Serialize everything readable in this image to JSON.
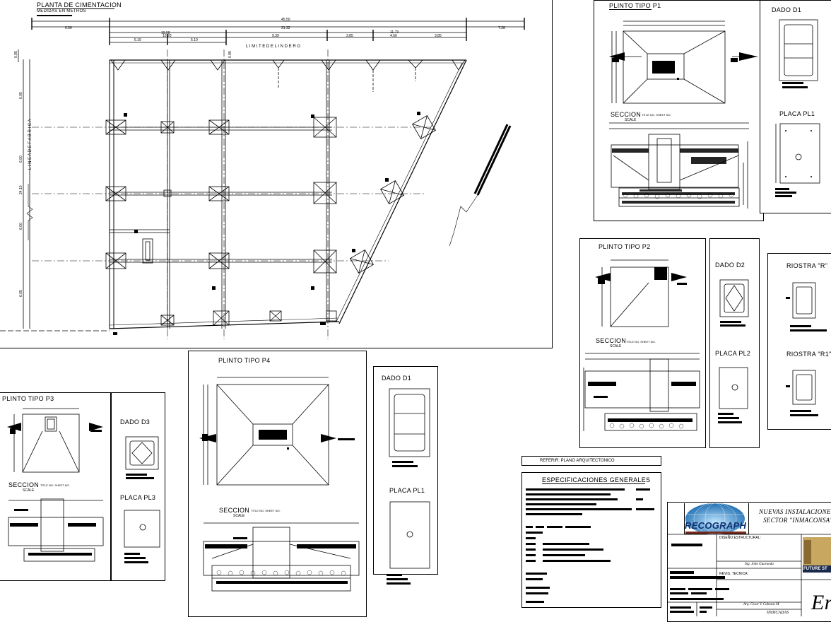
{
  "plan": {
    "title": "PLANTA DE CIMENTACION",
    "subtitle": "MEDIDAS EN METROS",
    "boundary_label": "L I M I T E   D E   L I N D E R O",
    "side_label": "L I N E A   D E   F A B R I C A",
    "dims": {
      "total": "45.50",
      "left": "6.90",
      "right": "7.28",
      "mid": "31.32",
      "span1": "19.50",
      "span2": "10.20",
      "half_a": "5.10",
      "half_b": "5.10",
      "span3": "9.39",
      "span4": "3.85",
      "span5": "11.73",
      "span6": "4.60",
      "span7": "3.85",
      "v_total": "24.10",
      "v1": "6.05",
      "v2": "6.00",
      "v3": "6.00",
      "v4": "6.05",
      "top_left": "0.95",
      "top_mid": "0.95"
    }
  },
  "p1": {
    "title": "PLINTO TIPO P1",
    "section": "SECCION",
    "scale": "SCALE",
    "ref": "TITLE NO. SHEET NO."
  },
  "d1_top": {
    "title": "DADO D1"
  },
  "pl1_top": {
    "title": "PLACA PL1"
  },
  "p2": {
    "title": "PLINTO TIPO P2",
    "section": "SECCION",
    "scale": "SCALE",
    "ref": "TITLE NO. SHEET NO."
  },
  "d2": {
    "title": "DADO D2"
  },
  "pl2": {
    "title": "PLACA PL2"
  },
  "riostra_r": {
    "title": "RIOSTRA \"R\""
  },
  "riostra_r1": {
    "title": "RIOSTRA \"R1\""
  },
  "p3": {
    "title": "PLINTO TIPO P3",
    "section": "SECCION",
    "scale": "SCALE",
    "ref": "TITLE NO. SHEET NO."
  },
  "d3": {
    "title": "DADO D3"
  },
  "pl3": {
    "title": "PLACA PL3"
  },
  "p4": {
    "title": "PLINTO TIPO P4",
    "section": "SECCION",
    "scale": "SCALE",
    "ref": "TITLE NO. SHEET NO."
  },
  "d1_mid": {
    "title": "DADO D1"
  },
  "pl1_mid": {
    "title": "PLACA PL1"
  },
  "notes": {
    "refer": "REFERIR: PLANO ARQUITECTONICO",
    "spec_title": "ESPECIFICACIONES GENERALES"
  },
  "title_block": {
    "logo": "RECOGRAPH",
    "project_line1": "NUEVAS INSTALACIONE",
    "project_line2": "SECTOR \"INMACONSA\"",
    "design_label": "DISEÑO ESTRUCTURAL:",
    "designer": "Ing. John Guaranda",
    "review_label": "REVIS. TECNICA:",
    "reviewer": "Arq. Cesar V. Cabezas M.",
    "scale_value": "INDICADAS",
    "brand": "FUTURE ST",
    "big_letters": "Er"
  }
}
